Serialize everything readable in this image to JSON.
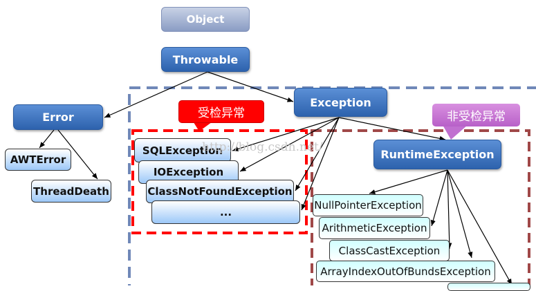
{
  "nodes": {
    "object": "Object",
    "throwable": "Throwable",
    "error": "Error",
    "awt_error": "AWTError",
    "thread_death": "ThreadDeath",
    "exception": "Exception",
    "sql_exception": "SQLException",
    "io_exception": "IOException",
    "class_not_found": "ClassNotFoundException",
    "checked_more": "...",
    "runtime_exception": "RuntimeException",
    "null_pointer": "NullPointerException",
    "arithmetic": "ArithmeticException",
    "class_cast": "ClassCastException",
    "array_index": "ArrayIndexOutOfBundsException"
  },
  "callouts": {
    "checked": "受检异常",
    "unchecked": "非受检异常"
  },
  "watermark": "http://blog.csdn.net/",
  "colors": {
    "exception_box": "#7088b8",
    "checked_box": "#ff0000",
    "unchecked_box": "#a04848",
    "checked_callout": "#ff0000",
    "unchecked_callout": "#c070d0"
  }
}
